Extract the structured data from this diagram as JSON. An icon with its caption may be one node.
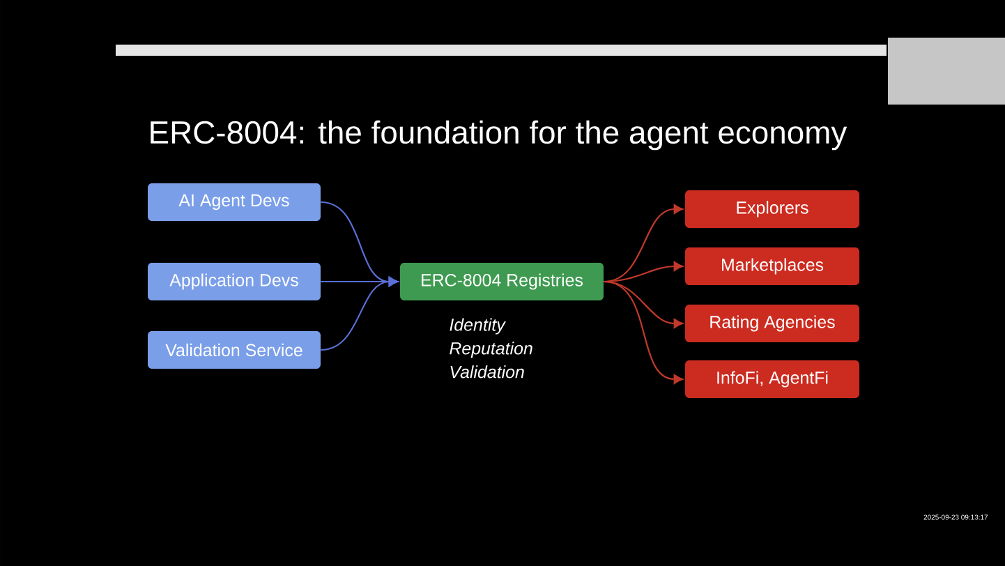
{
  "diagram": {
    "title": "ERC-8004: the foundation for the agent economy",
    "nodes": [
      {
        "text": [
          "AI Agent Devs"
        ]
      },
      {
        "text": [
          "Application Devs"
        ]
      },
      {
        "text": [
          "Validation Service"
        ]
      },
      {
        "text": [
          "ERC-8004 Registries"
        ],
        "beside": [
          "Identity Reputation Validation"
        ]
      },
      {
        "text": [
          "Explorers"
        ]
      },
      {
        "text": [
          "Marketplaces"
        ]
      },
      {
        "text": [
          "Rating Agencies"
        ]
      },
      {
        "text": [
          "InfoFi, AgentFi"
        ]
      }
    ],
    "edges": [
      {
        "from": 0,
        "to": 3,
        "arrow": "to",
        "color": "#5b6fd6"
      },
      {
        "from": 1,
        "to": 3,
        "arrow": "to",
        "color": "#5b6fd6"
      },
      {
        "from": 2,
        "to": 3,
        "arrow": "to",
        "color": "#5b6fd6"
      },
      {
        "from": 3,
        "to": 4,
        "arrow": "to",
        "color": "#c0392b"
      },
      {
        "from": 3,
        "to": 5,
        "arrow": "to",
        "color": "#c0392b"
      },
      {
        "from": 3,
        "to": 6,
        "arrow": "to",
        "color": "#c0392b"
      },
      {
        "from": 3,
        "to": 7,
        "arrow": "to",
        "color": "#c0392b"
      }
    ],
    "labels": [
      "2025-09-23 09:13:17"
    ]
  }
}
